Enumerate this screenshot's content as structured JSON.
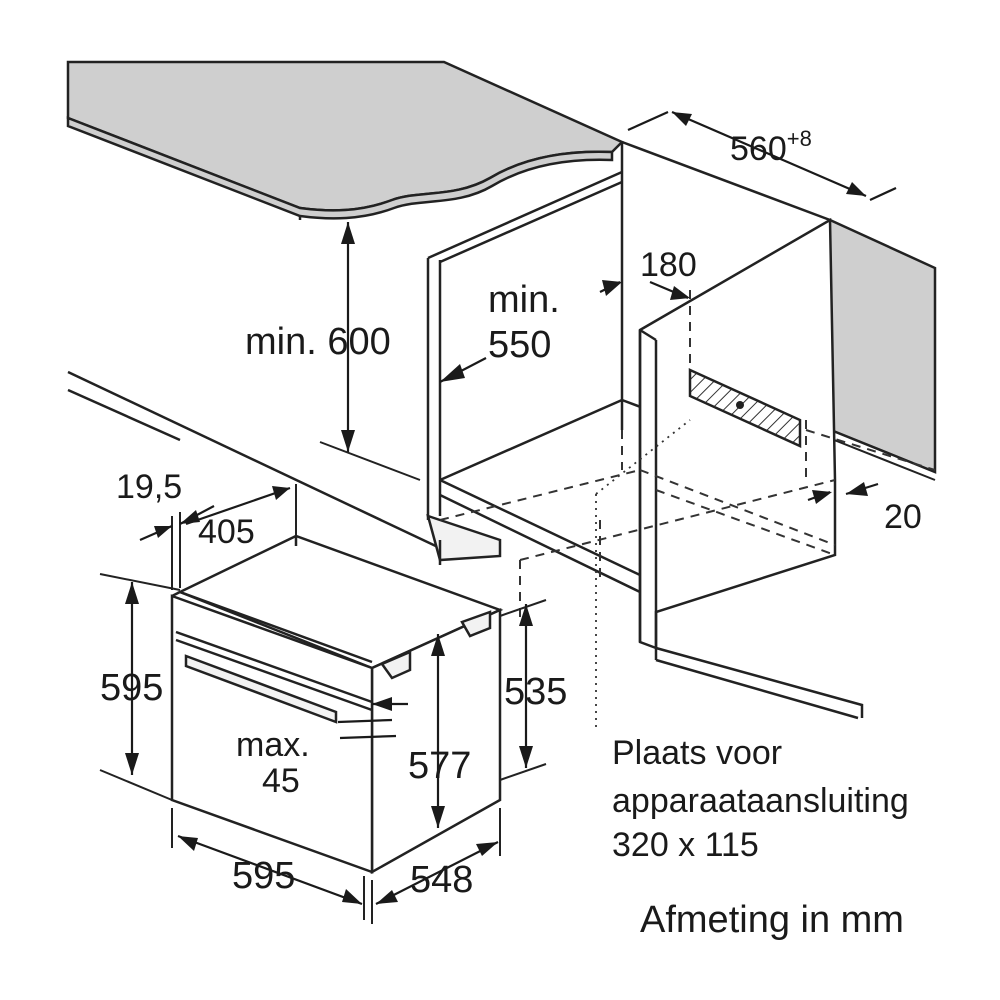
{
  "diagram": {
    "dim_niche_width": "560",
    "dim_niche_width_tolerance": "+8",
    "dim_min_height": "min. 600",
    "dim_min_depth_prefix": "min.",
    "dim_min_depth_value": "550",
    "dim_socket_offset": "180",
    "dim_side_gap": "20",
    "dim_front_thickness": "19,5",
    "dim_depth_top": "405",
    "dim_front_height": "595",
    "dim_body_height": "535",
    "dim_inner_height": "577",
    "dim_handle_prefix": "max.",
    "dim_handle_value": "45",
    "dim_front_width": "595",
    "dim_body_depth": "548",
    "note_line1": "Plaats voor",
    "note_line2": "apparaataansluiting",
    "note_line3": "320 x 115",
    "unit_note": "Afmeting in mm"
  },
  "colors": {
    "surface_grey": "#cfcfcf",
    "line": "#222222",
    "background": "#ffffff"
  }
}
